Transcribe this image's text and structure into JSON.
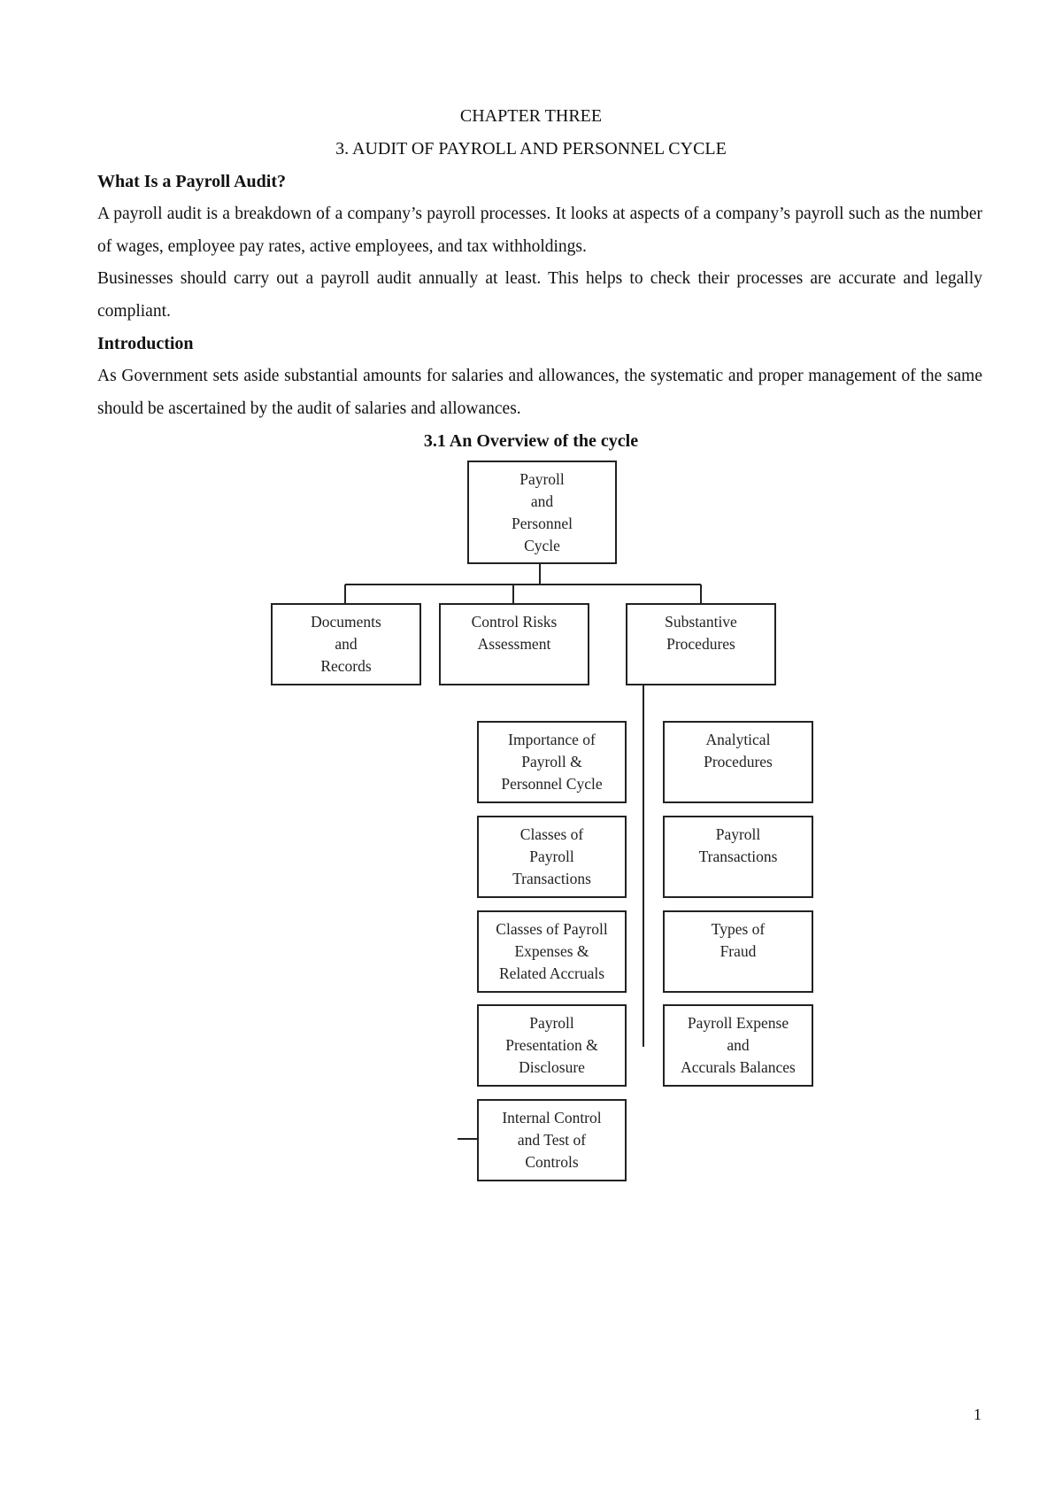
{
  "document": {
    "chapter_title": "CHAPTER THREE",
    "section_title": "3. AUDIT OF PAYROLL AND PERSONNEL CYCLE",
    "heading_1": "What Is a Payroll Audit?",
    "para_1": "A payroll audit is a breakdown of a company’s payroll processes. It looks at aspects of a company’s payroll such as the number of wages, employee pay rates, active employees, and tax withholdings.",
    "para_2": "Businesses should carry out a payroll audit annually at least. This helps to check their processes are accurate and legally compliant.",
    "heading_2": "Introduction",
    "para_3": "As Government sets aside substantial amounts for salaries and allowances, the systematic and proper management of the same should be ascertained by the audit of salaries and allowances.",
    "figure_title": "3.1 An Overview of the cycle",
    "page_number": "1"
  },
  "diagram": {
    "root": [
      "Payroll",
      "and",
      "Personnel",
      "Cycle"
    ],
    "level_1": [
      [
        "Documents",
        "and",
        "Records"
      ],
      [
        "Control Risks",
        "Assessment"
      ],
      [
        "Substantive",
        "Procedures"
      ]
    ],
    "left_column": [
      [
        "Importance of",
        "Payroll &",
        "Personnel Cycle"
      ],
      [
        "Classes of",
        "Payroll",
        "Transactions"
      ],
      [
        "Classes of Payroll",
        "Expenses &",
        "Related Accruals"
      ],
      [
        "Payroll",
        "Presentation &",
        "Disclosure"
      ],
      [
        "Internal Control",
        "and Test of",
        "Controls"
      ]
    ],
    "right_column": [
      [
        "Analytical",
        "Procedures"
      ],
      [
        "Payroll",
        "Transactions"
      ],
      [
        "Types of",
        "Fraud"
      ],
      [
        "Payroll Expense",
        "and",
        "Accurals Balances"
      ]
    ]
  }
}
